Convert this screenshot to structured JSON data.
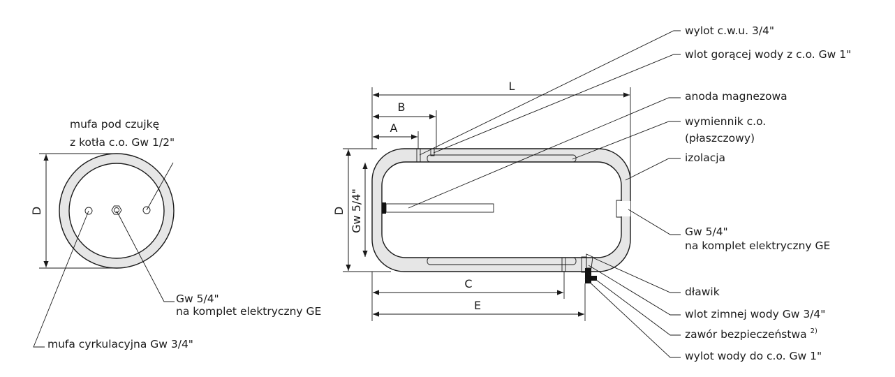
{
  "colors": {
    "line": "#1a1a1a",
    "insulation": "#e6e6e6",
    "background": "#ffffff",
    "anode_fill": "#d4d4d4"
  },
  "front_view": {
    "label_sensor_line1": "mufa pod czujkę",
    "label_sensor_line2": "z kotła c.o. Gw 1/2\"",
    "label_gw_line1": "Gw 5/4\"",
    "label_gw_line2": "na komplet elektryczny GE",
    "label_circulation": "mufa cyrkulacyjna Gw 3/4\"",
    "dim_d": "D"
  },
  "side_view": {
    "dims": {
      "L": "L",
      "B": "B",
      "A": "A",
      "D": "D",
      "gw_vertical": "Gw 5/4\"",
      "C": "C",
      "E": "E"
    },
    "labels": {
      "outlet_hot": "wylot c.w.u. 3/4\"",
      "inlet_hot_co": "wlot gorącej wody z c.o. Gw 1\"",
      "anode": "anoda magnezowa",
      "exchanger_line1": "wymiennik c.o.",
      "exchanger_line2": "(płaszczowy)",
      "insulation": "izolacja",
      "gw_side_line1": "Gw 5/4\"",
      "gw_side_line2": "na komplet elektryczny GE",
      "throttle": "dławik",
      "inlet_cold": "wlot zimnej wody Gw 3/4\"",
      "safety_valve": "zawór bezpieczeństwa",
      "safety_valve_note": "2)",
      "outlet_co": "wylot wody do c.o. Gw 1\""
    }
  }
}
